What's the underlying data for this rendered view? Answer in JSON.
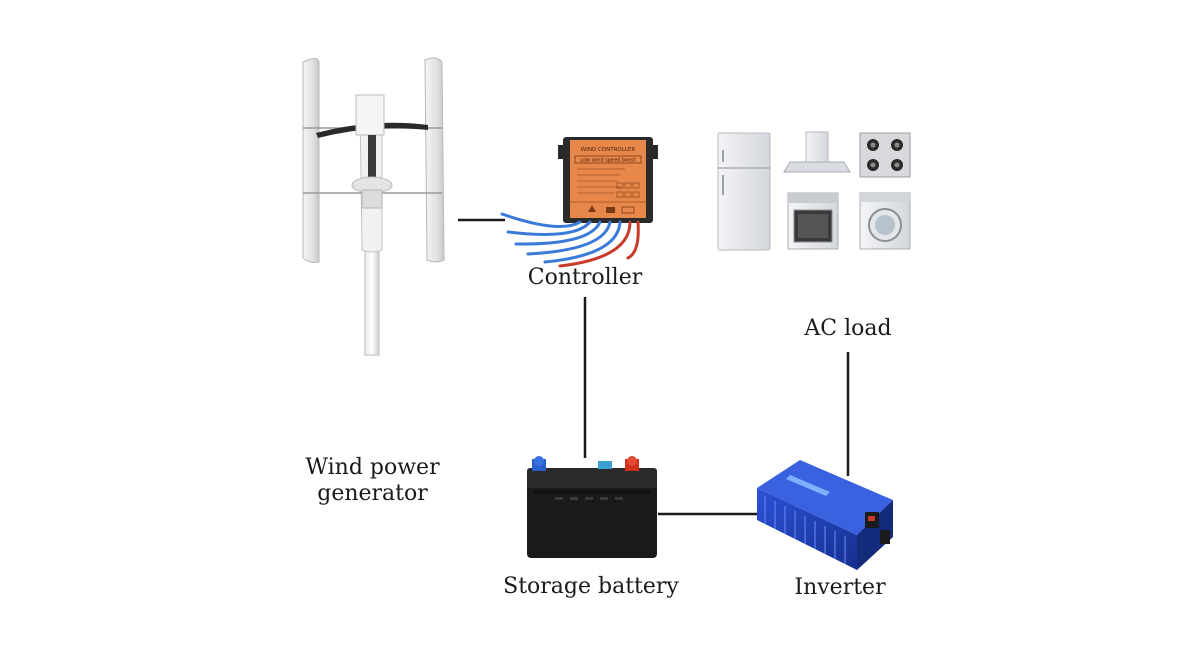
{
  "labels": {
    "controller": "Controller",
    "ac_load": "AC load",
    "generator_line1": "Wind power",
    "generator_line2": "generator",
    "battery": "Storage battery",
    "inverter": "Inverter"
  },
  "controller_panel": {
    "title": "WIND CONTROLLER",
    "subtitle": "Low wind speed boost"
  },
  "icons": {
    "turbine": "vertical-axis-wind-turbine-icon",
    "controller": "charge-controller-icon",
    "appliances": [
      "refrigerator-icon",
      "range-hood-icon",
      "gas-stove-icon",
      "oven-icon",
      "washing-machine-icon"
    ],
    "battery": "battery-icon",
    "inverter": "inverter-icon"
  },
  "colors": {
    "controller_orange": "#e8874a",
    "inverter_blue": "#1f3fb0",
    "battery_black": "#1a1a1a",
    "terminal_red": "#d0321e",
    "terminal_blue": "#2a5fd0",
    "wire_blue": "#3a7ad8",
    "wire_red": "#c83a2a"
  }
}
